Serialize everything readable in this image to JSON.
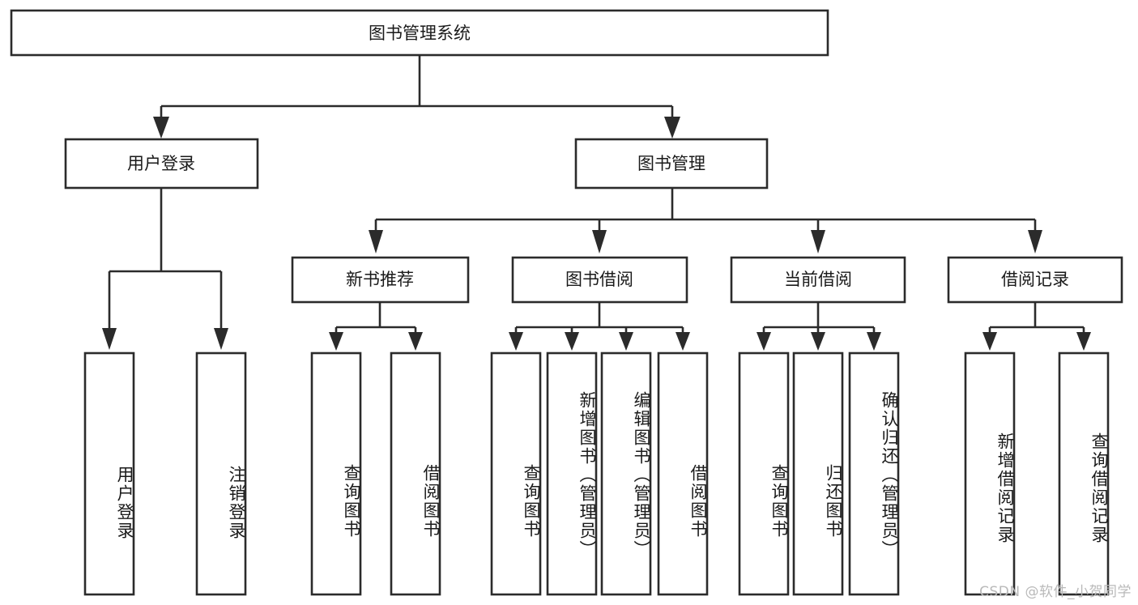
{
  "diagram": {
    "type": "tree-hierarchy",
    "title": "图书管理系统",
    "orientation": "top-down",
    "colors": {
      "background": "#ffffff",
      "box_fill": "#ffffff",
      "box_stroke": "#2b2b2b",
      "connector": "#2b2b2b",
      "text": "#1a1a1a",
      "watermark": "#b9b9b9"
    },
    "root": {
      "label": "图书管理系统",
      "orientation": "horizontal"
    },
    "level2": [
      {
        "label": "用户登录",
        "orientation": "horizontal"
      },
      {
        "label": "图书管理",
        "orientation": "horizontal"
      }
    ],
    "level3": [
      {
        "label": "新书推荐",
        "orientation": "horizontal",
        "parent": "图书管理"
      },
      {
        "label": "图书借阅",
        "orientation": "horizontal",
        "parent": "图书管理"
      },
      {
        "label": "当前借阅",
        "orientation": "horizontal",
        "parent": "图书管理"
      },
      {
        "label": "借阅记录",
        "orientation": "horizontal",
        "parent": "图书管理"
      }
    ],
    "leaves": [
      {
        "label": "用户登录",
        "parent": "用户登录",
        "orientation": "vertical"
      },
      {
        "label": "注销登录",
        "parent": "用户登录",
        "orientation": "vertical"
      },
      {
        "label": "查询图书",
        "parent": "新书推荐",
        "orientation": "vertical"
      },
      {
        "label": "借阅图书",
        "parent": "新书推荐",
        "orientation": "vertical"
      },
      {
        "label": "查询图书",
        "parent": "图书借阅",
        "orientation": "vertical"
      },
      {
        "label": "新增图书（管理员）",
        "parent": "图书借阅",
        "orientation": "vertical"
      },
      {
        "label": "编辑图书（管理员）",
        "parent": "图书借阅",
        "orientation": "vertical"
      },
      {
        "label": "借阅图书",
        "parent": "图书借阅",
        "orientation": "vertical"
      },
      {
        "label": "查询图书",
        "parent": "当前借阅",
        "orientation": "vertical"
      },
      {
        "label": "归还图书",
        "parent": "当前借阅",
        "orientation": "vertical"
      },
      {
        "label": "确认归还（管理员）",
        "parent": "当前借阅",
        "orientation": "vertical"
      },
      {
        "label": "新增借阅记录",
        "parent": "借阅记录",
        "orientation": "vertical"
      },
      {
        "label": "查询借阅记录",
        "parent": "借阅记录",
        "orientation": "vertical"
      }
    ],
    "watermark": "CSDN @软件_小贺同学"
  }
}
